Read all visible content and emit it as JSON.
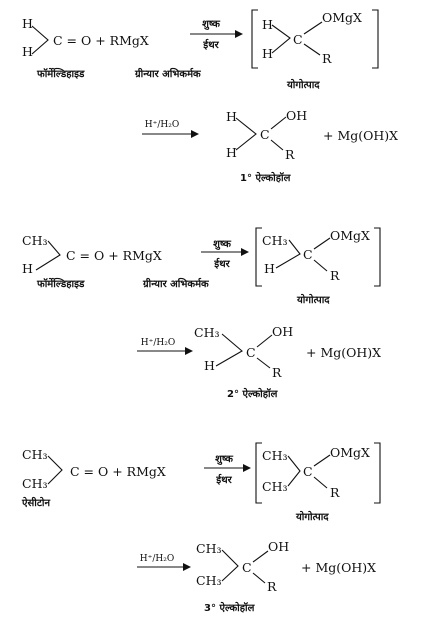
{
  "reactions": [
    {
      "sub_top": "H",
      "sub_bottom": "H",
      "carbonyl": "C = O + RMgX",
      "reagent_top": "शुष्क",
      "reagent_bottom": "ईथर",
      "int_top": "H",
      "int_bottom": "H",
      "int_c": "C",
      "int_group": "OMgX",
      "int_r": "R",
      "label_reactant": "फॉर्मेल्डिहाइड",
      "label_grignard": "ग्रीन्यार अभिकर्मक",
      "label_intermediate": "योगोत्पाद",
      "hydrolysis_reagent": "H⁺/H₂O",
      "prod_top": "H",
      "prod_bottom": "H",
      "prod_c": "C",
      "prod_oh": "OH",
      "prod_r": "R",
      "byproduct": "+ Mg(OH)X",
      "product_label": "1° ऐल्कोहॉल"
    },
    {
      "sub_top": "CH₃",
      "sub_bottom": "H",
      "carbonyl": "C = O + RMgX",
      "reagent_top": "शुष्क",
      "reagent_bottom": "ईथर",
      "int_top": "CH₃",
      "int_bottom": "H",
      "int_c": "C",
      "int_group": "OMgX",
      "int_r": "R",
      "label_reactant": "फॉर्मेल्डिहाइड",
      "label_grignard": "ग्रीन्यार अभिकर्मक",
      "label_intermediate": "योगोत्पाद",
      "hydrolysis_reagent": "H⁺/H₂O",
      "prod_top": "CH₃",
      "prod_bottom": "H",
      "prod_c": "C",
      "prod_oh": "OH",
      "prod_r": "R",
      "byproduct": "+ Mg(OH)X",
      "product_label": "2° ऐल्कोहॉल"
    },
    {
      "sub_top": "CH₃",
      "sub_bottom": "CH₃",
      "carbonyl": "C = O + RMgX",
      "reagent_top": "शुष्क",
      "reagent_bottom": "ईथर",
      "int_top": "CH₃",
      "int_bottom": "CH₃",
      "int_c": "C",
      "int_group": "OMgX",
      "int_r": "R",
      "label_reactant": "ऐसीटोन",
      "label_grignard": "",
      "label_intermediate": "योगोत्पाद",
      "hydrolysis_reagent": "H⁺/H₂O",
      "prod_top": "CH₃",
      "prod_bottom": "CH₃",
      "prod_c": "C",
      "prod_oh": "OH",
      "prod_r": "R",
      "byproduct": "+ Mg(OH)X",
      "product_label": "3° ऐल्कोहॉल"
    }
  ]
}
